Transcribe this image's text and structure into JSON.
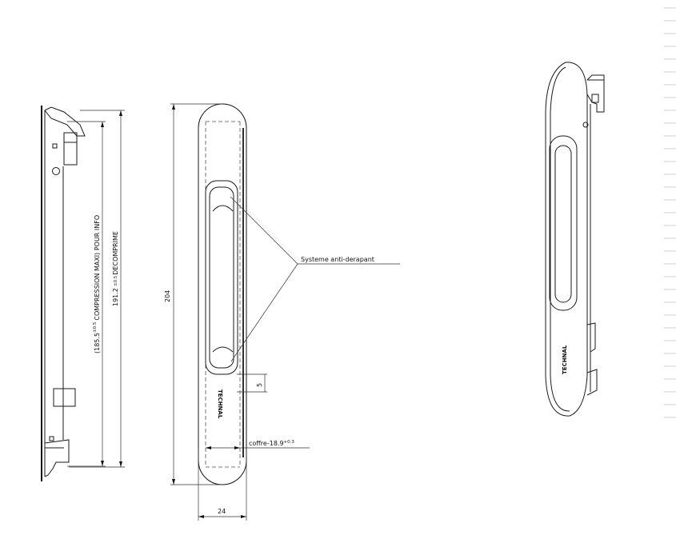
{
  "dimensions": {
    "overall_height": "204",
    "overall_width": "24",
    "compression_value": "(185.5",
    "compression_tolerance": "±0.5",
    "compression_text": "COMPRESSION MAXI) POUR INFO",
    "decompressed_value": "191.2",
    "decompressed_tolerance": "±0.5",
    "decompressed_text": "DECOMPRIME",
    "offset": "5",
    "coffre_prefix": "coffre-18.9",
    "coffre_tolerance": "+0.3"
  },
  "annotations": {
    "anti_slip": "Systeme anti-derapant"
  },
  "brand": "TECHNAL",
  "colors": {
    "line": "#1a1a1a",
    "background": "#ffffff",
    "edge_ticks": "#d0d0d0"
  }
}
